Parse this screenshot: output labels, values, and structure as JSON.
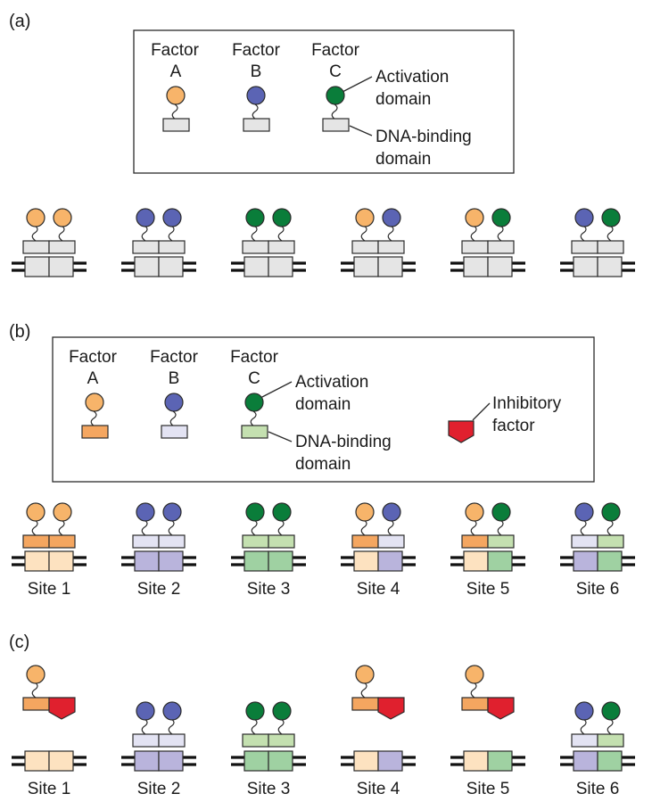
{
  "panels": {
    "a": {
      "label": "(a)"
    },
    "b": {
      "label": "(b)"
    },
    "c": {
      "label": "(c)"
    }
  },
  "legend": {
    "factors": [
      {
        "line1": "Factor",
        "line2": "A"
      },
      {
        "line1": "Factor",
        "line2": "B"
      },
      {
        "line1": "Factor",
        "line2": "C"
      }
    ],
    "activation_domain": [
      "Activation",
      "domain"
    ],
    "dna_binding_domain": [
      "DNA-binding",
      "domain"
    ],
    "inhibitory_factor": [
      "Inhibitory",
      "factor"
    ]
  },
  "sites": [
    "Site 1",
    "Site 2",
    "Site 3",
    "Site 4",
    "Site 5",
    "Site 6"
  ],
  "site_factors": [
    [
      "A",
      "A"
    ],
    [
      "B",
      "B"
    ],
    [
      "C",
      "C"
    ],
    [
      "A",
      "B"
    ],
    [
      "A",
      "C"
    ],
    [
      "B",
      "C"
    ]
  ],
  "panel_c_inhibited_sites": [
    1,
    4,
    5
  ],
  "colors": {
    "factor_A_activation": "#f7b46a",
    "factor_B_activation": "#5b64b4",
    "factor_C_activation": "#0a7d3a",
    "neutral_binding": "#e5e5e5",
    "factor_A_binding": "#f4a660",
    "factor_B_binding": "#e3e3f3",
    "factor_C_binding": "#c4e0b0",
    "site_A": "#fde2c0",
    "site_B": "#b9b4dc",
    "site_C": "#9fd1a2",
    "inhibitory": "#e0202e"
  }
}
